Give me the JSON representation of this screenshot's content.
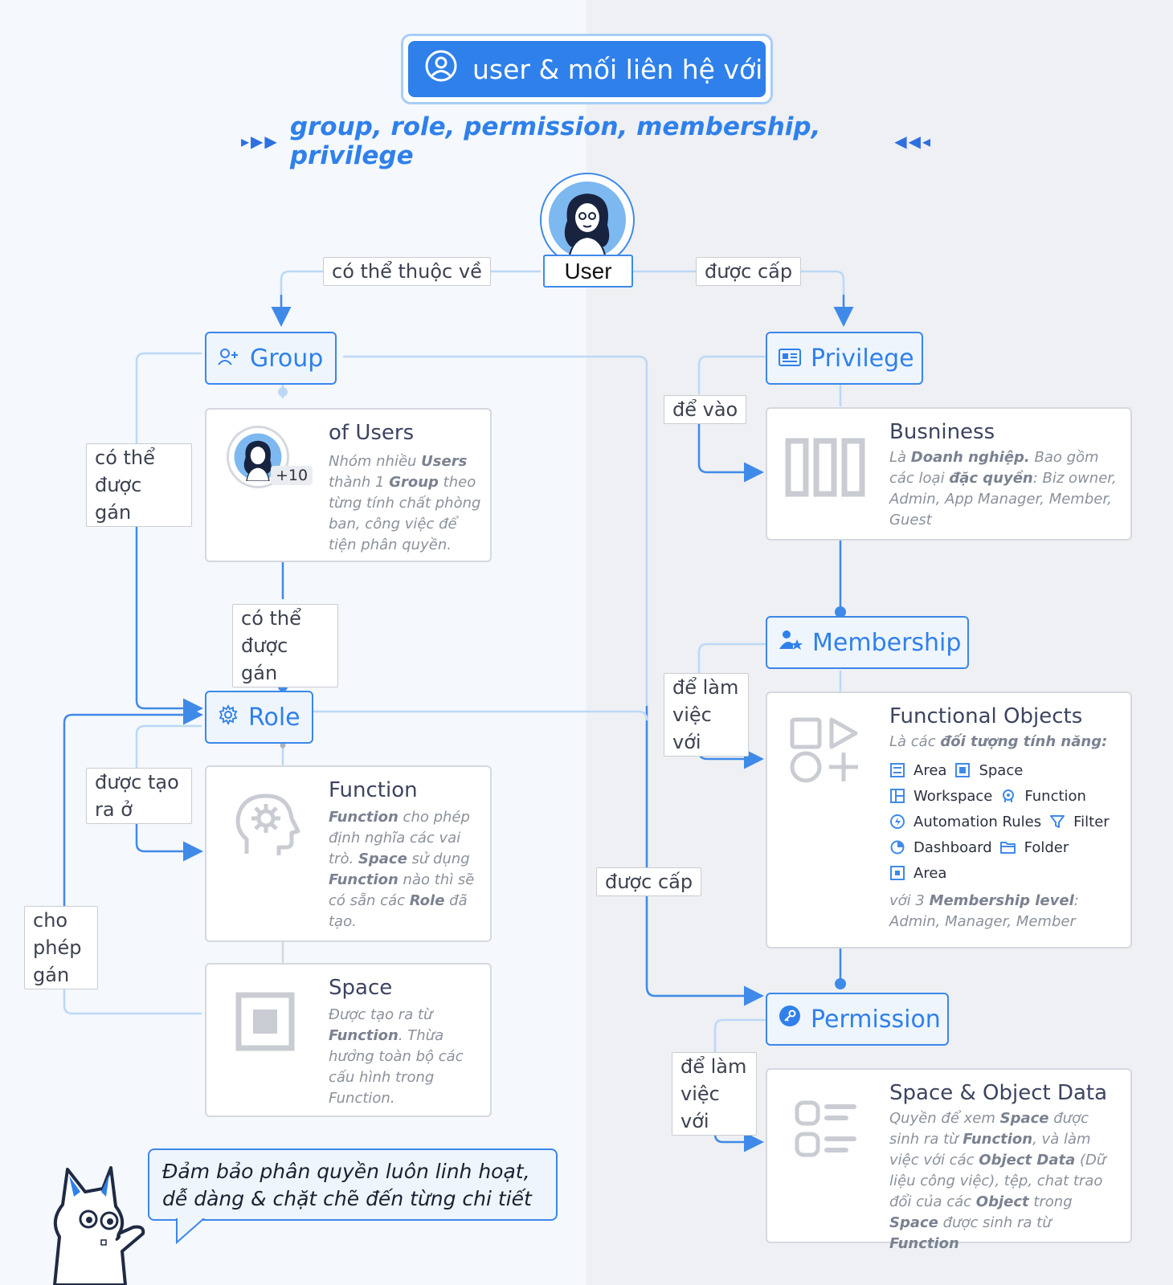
{
  "title": "user & mối liên hệ với",
  "subtitle": "group, role, permission, membership, privilege",
  "user": {
    "label": "User"
  },
  "nodes": {
    "group": "Group",
    "role": "Role",
    "privilege": "Privilege",
    "membership": "Membership",
    "permission": "Permission"
  },
  "edge_labels": {
    "belongs": "có thể thuộc về",
    "granted_top": "được cấp",
    "assignable_left": "có thể được gán",
    "assignable_mid": "có thể được gán",
    "created_in": "được tạo ra ở",
    "allow_assign": "cho phép gán",
    "to_enter": "để vào",
    "work_with_1": "để làm việc với",
    "granted_mid": "được cấp",
    "work_with_2": "để làm việc với"
  },
  "cards": {
    "users": {
      "title": "of Users",
      "badge": "+10",
      "desc": [
        "Nhóm nhiều ",
        {
          "b": "Users"
        },
        " thành 1 ",
        {
          "b": "Group"
        },
        " theo từng tính chất phòng ban, công việc để tiện phân quyền."
      ]
    },
    "function": {
      "title": "Function",
      "desc": [
        {
          "b": "Function"
        },
        " cho phép định nghĩa các vai trò. ",
        {
          "b": "Space"
        },
        " sử dụng ",
        {
          "b": "Function"
        },
        " nào thì sẽ có sẵn các ",
        {
          "b": "Role"
        },
        " đã tạo."
      ]
    },
    "space": {
      "title": "Space",
      "desc": [
        "Được tạo ra từ ",
        {
          "b": "Function"
        },
        ". Thừa hưởng toàn bộ các cấu hình trong Function."
      ]
    },
    "business": {
      "title": "Busniness",
      "desc": [
        "Là ",
        {
          "b": "Doanh nghiệp."
        },
        " Bao gồm các loại ",
        {
          "b": "đặc quyền"
        },
        ": Biz owner, Admin, App Manager, Member, Guest"
      ]
    },
    "functional": {
      "title": "Functional Objects",
      "desc": [
        "Là các ",
        {
          "b": "đối tượng tính năng:"
        }
      ],
      "items": [
        [
          {
            "label": "Area",
            "icon": "area-icon"
          },
          {
            "label": "Space",
            "icon": "space-icon"
          }
        ],
        [
          {
            "label": "Workspace",
            "icon": "workspace-icon"
          },
          {
            "label": "Function",
            "icon": "function-icon"
          }
        ],
        [
          {
            "label": "Automation Rules",
            "icon": "automation-icon"
          },
          {
            "label": "Filter",
            "icon": "filter-icon"
          }
        ],
        [
          {
            "label": "Dashboard",
            "icon": "dashboard-icon"
          },
          {
            "label": "Folder",
            "icon": "folder-icon"
          }
        ],
        [
          {
            "label": "Area",
            "icon": "area2-icon"
          }
        ]
      ],
      "footer": [
        "với 3 ",
        {
          "b": "Membership level"
        },
        ": Admin, Manager, Member"
      ]
    },
    "space_data": {
      "title": "Space & Object Data",
      "desc": [
        "Quyền để xem ",
        {
          "b": "Space"
        },
        " được sinh ra từ ",
        {
          "b": "Function"
        },
        ", và làm việc với các ",
        {
          "b": "Object Data"
        },
        " (Dữ liệu công việc), tệp, chat trao đổi của các ",
        {
          "b": "Object"
        },
        " trong ",
        {
          "b": "Space"
        },
        " được sinh ra từ ",
        {
          "b": "Function"
        }
      ]
    }
  },
  "speech": "Đảm bảo phân quyền luôn linh hoạt, dễ dàng & chặt chẽ đến từng chi tiết",
  "colors": {
    "accent": "#2f80ea",
    "wire": "#4a90e8",
    "wire_light": "#bcd8f6"
  }
}
